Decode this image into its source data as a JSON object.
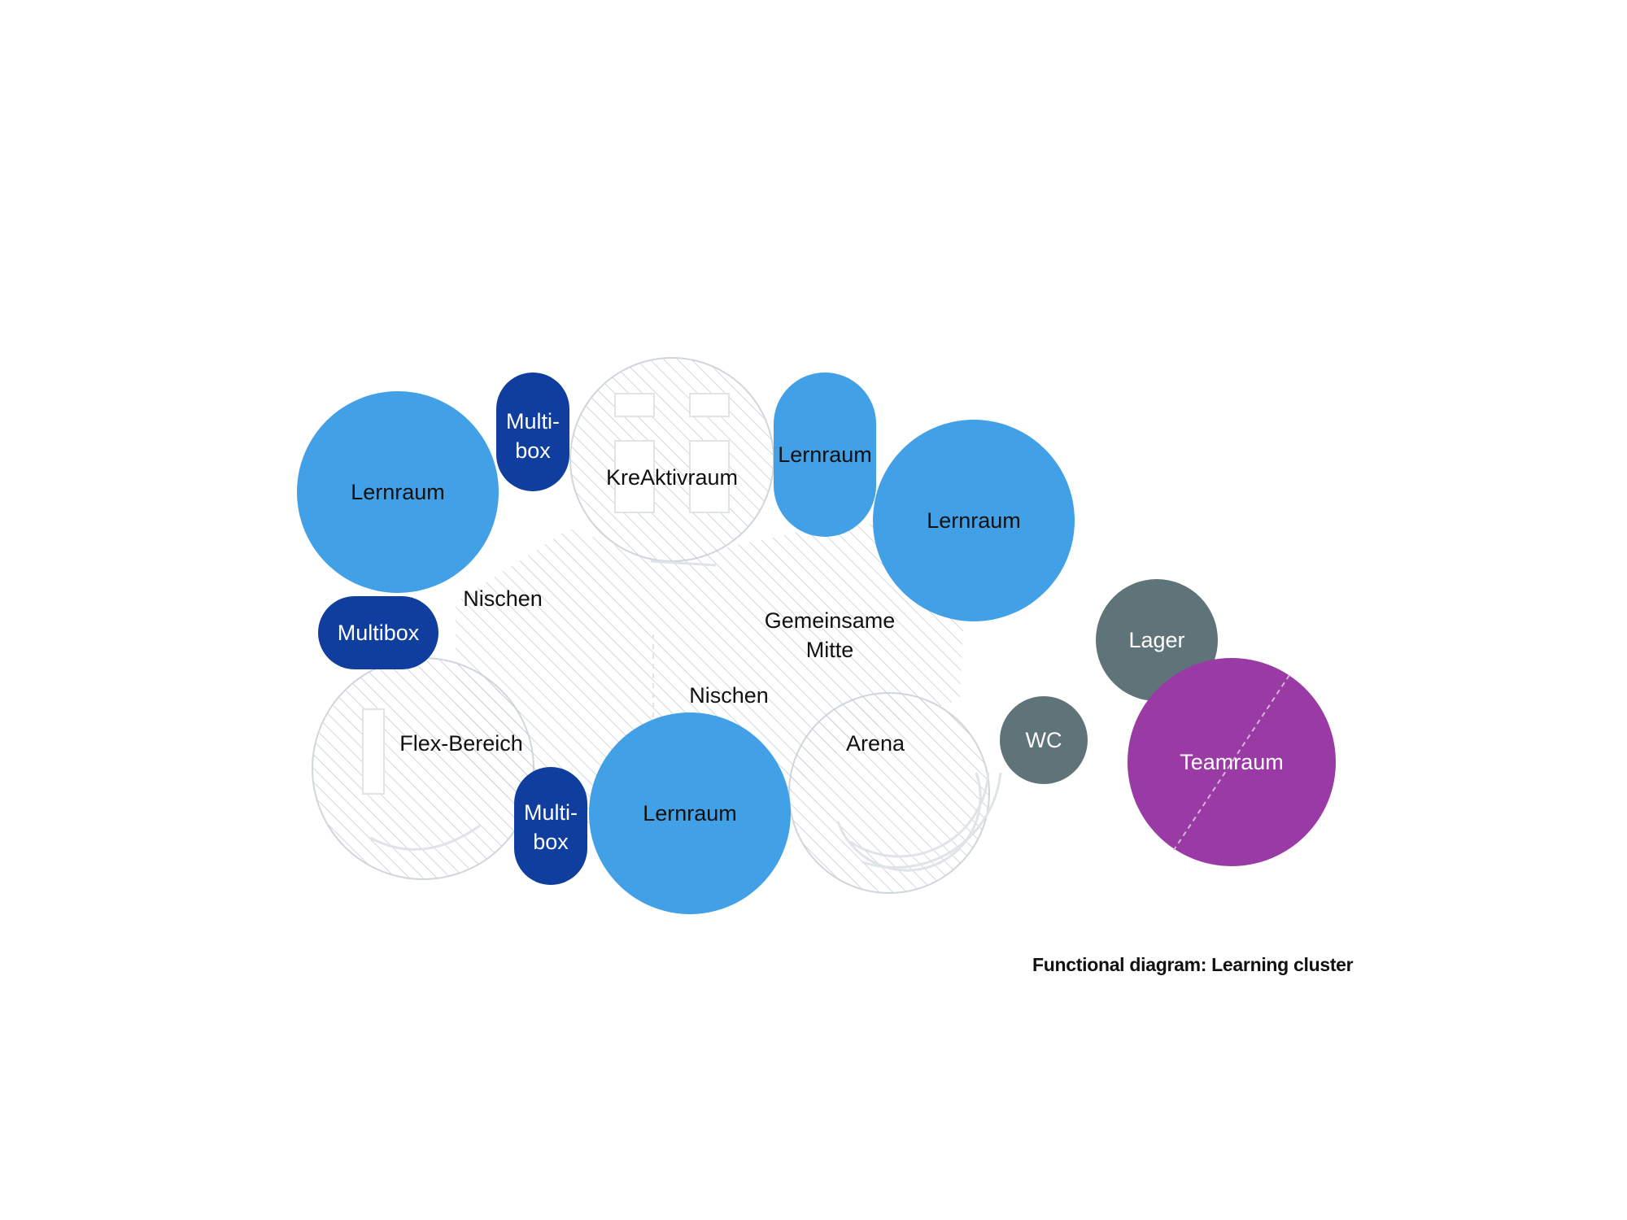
{
  "colors": {
    "lernraum": "#42a0e6",
    "multibox": "#0f3e9e",
    "service": "#5f7478",
    "teamraum": "#9a3aa4",
    "hatch": "#c5cfd4",
    "furniture": "#dfe4e7",
    "label_dark": "#111111",
    "label_light": "#ffffff"
  },
  "rooms": {
    "lernraum_1": "Lernraum",
    "lernraum_2": "Lernraum",
    "lernraum_3": "Lernraum",
    "lernraum_4": "Lernraum",
    "multibox_top": [
      "Multi-",
      "box"
    ],
    "multibox_left": "Multibox",
    "multibox_bottom": [
      "Multi-",
      "box"
    ],
    "lager": "Lager",
    "wc": "WC",
    "teamraum": "Teamraum"
  },
  "spaces": {
    "kreaktivraum": "KreAktivraum",
    "nischen_upper": "Nischen",
    "gemeinsame_mitte": [
      "Gemeinsame",
      "Mitte"
    ],
    "nischen_lower": "Nischen",
    "flex_bereich": "Flex-Bereich",
    "arena": "Arena"
  },
  "caption": "Functional diagram: Learning cluster"
}
